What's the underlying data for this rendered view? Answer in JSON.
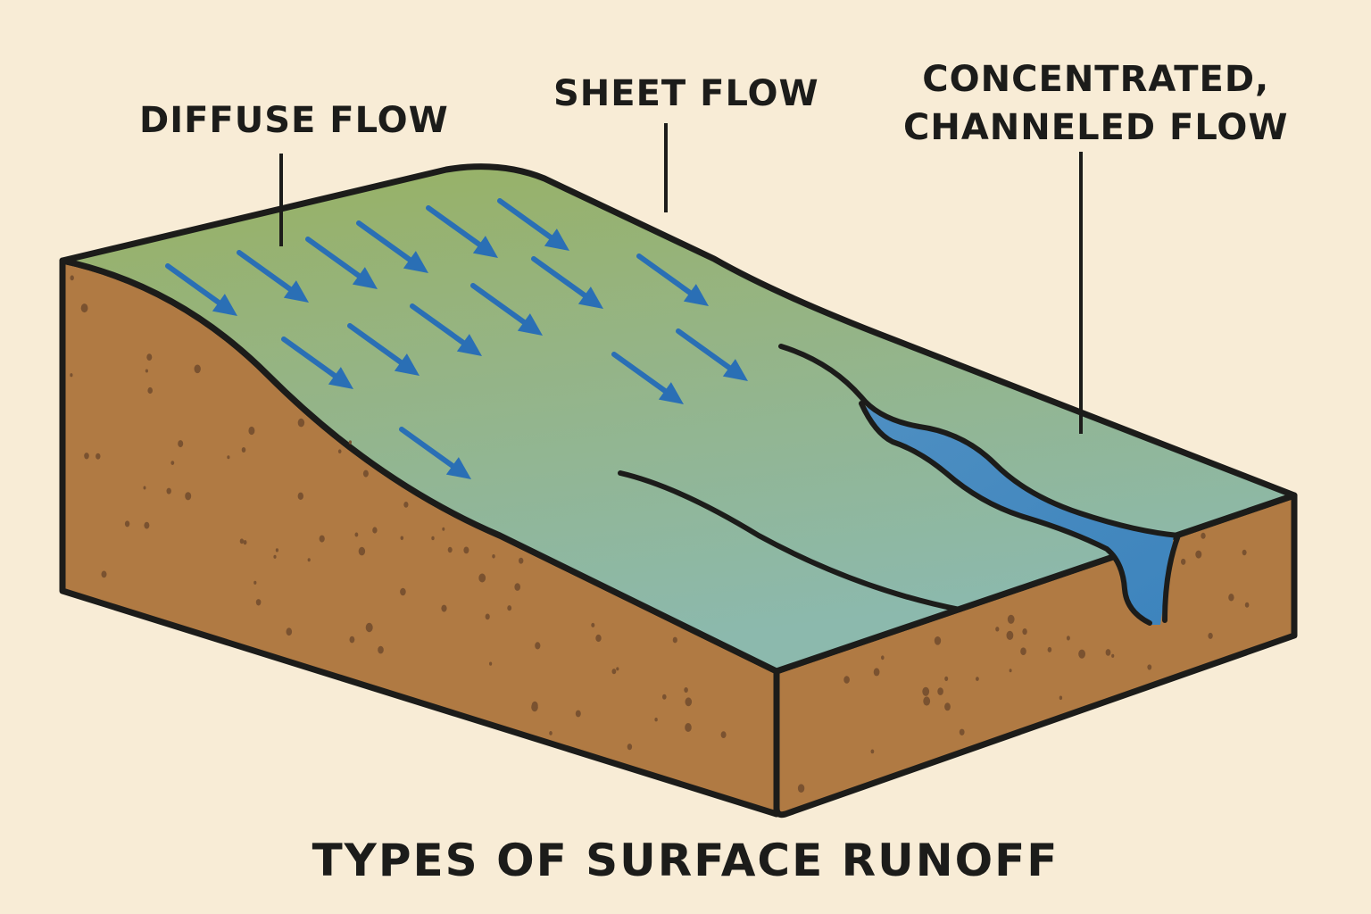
{
  "title": "TYPES OF SURFACE RUNOFF",
  "labels": {
    "diffuse": "DIFFUSE FLOW",
    "sheet": "SHEET FLOW",
    "concentrated_line1": "CONCENTRATED,",
    "concentrated_line2": "CHANNELED FLOW"
  },
  "colors": {
    "background": "#f8ecd6",
    "soil": "#b07a43",
    "soil_dots": "#7a5230",
    "surface_top": "#96b066",
    "surface_bottom": "#8fbaa8",
    "water": "#4f8fc0",
    "arrow": "#2a6fb5",
    "outline": "#1c1c1a"
  }
}
